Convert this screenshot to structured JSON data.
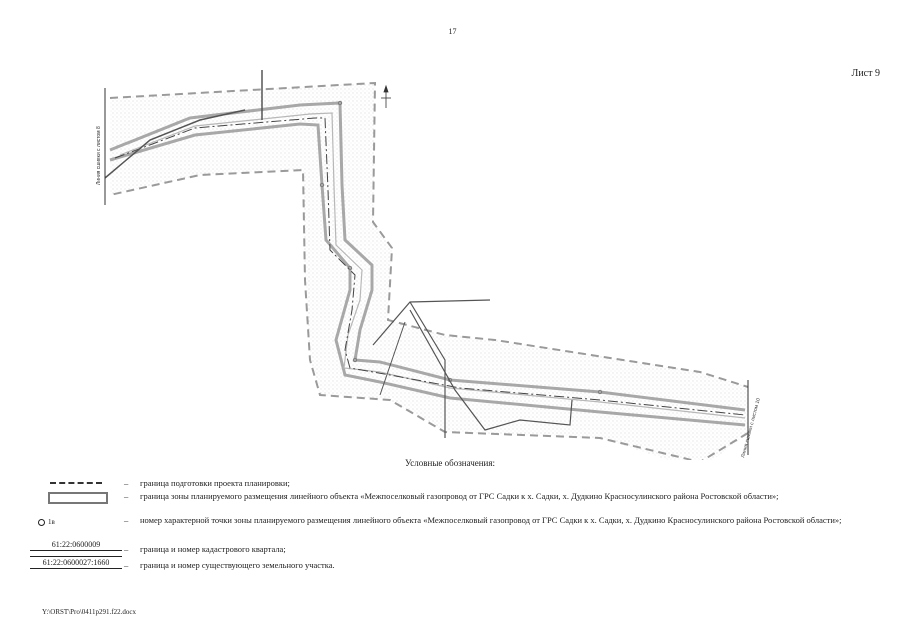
{
  "header": {
    "page_number": "17",
    "sheet_label": "Лист 9"
  },
  "map": {
    "match_line_left": "Линия сшивки с листом 8",
    "match_line_right": "Линия сшивки с листом 10",
    "colors": {
      "zone": "#a8a8a8",
      "boundary": "#9a9a9a",
      "pipeline": "#444444",
      "roads": "#555555",
      "hatch": "#cfcfcf"
    }
  },
  "legend": {
    "title": "Условные обозначения:",
    "items": [
      {
        "symbol": "dashed-line",
        "text": "граница подготовки проекта планировки;"
      },
      {
        "symbol": "zone-rectangle",
        "text": "граница зоны планируемого размещения линейного объекта «Межпоселковый газопровод от ГРС Садки к х. Садки, х. Дудкино Красносулинского района Ростовской области»;"
      },
      {
        "symbol": "point",
        "symbol_label": "1в",
        "text": "номер характерной точки  зоны планируемого размещения линейного объекта «Межпоселковый газопровод от ГРС Садки к х. Садки, х. Дудкино Красносулинского района Ростовской области»;"
      },
      {
        "symbol": "quarter",
        "symbol_label": "61:22:0600009",
        "text": "граница и номер кадастрового квартала;"
      },
      {
        "symbol": "parcel",
        "symbol_label": "61:22:0600027:1660",
        "text": "граница и номер существующего земельного участка."
      }
    ]
  },
  "footer": {
    "file_path": "Y:\\ORST\\Pro\\0411p291.f22.docx"
  }
}
